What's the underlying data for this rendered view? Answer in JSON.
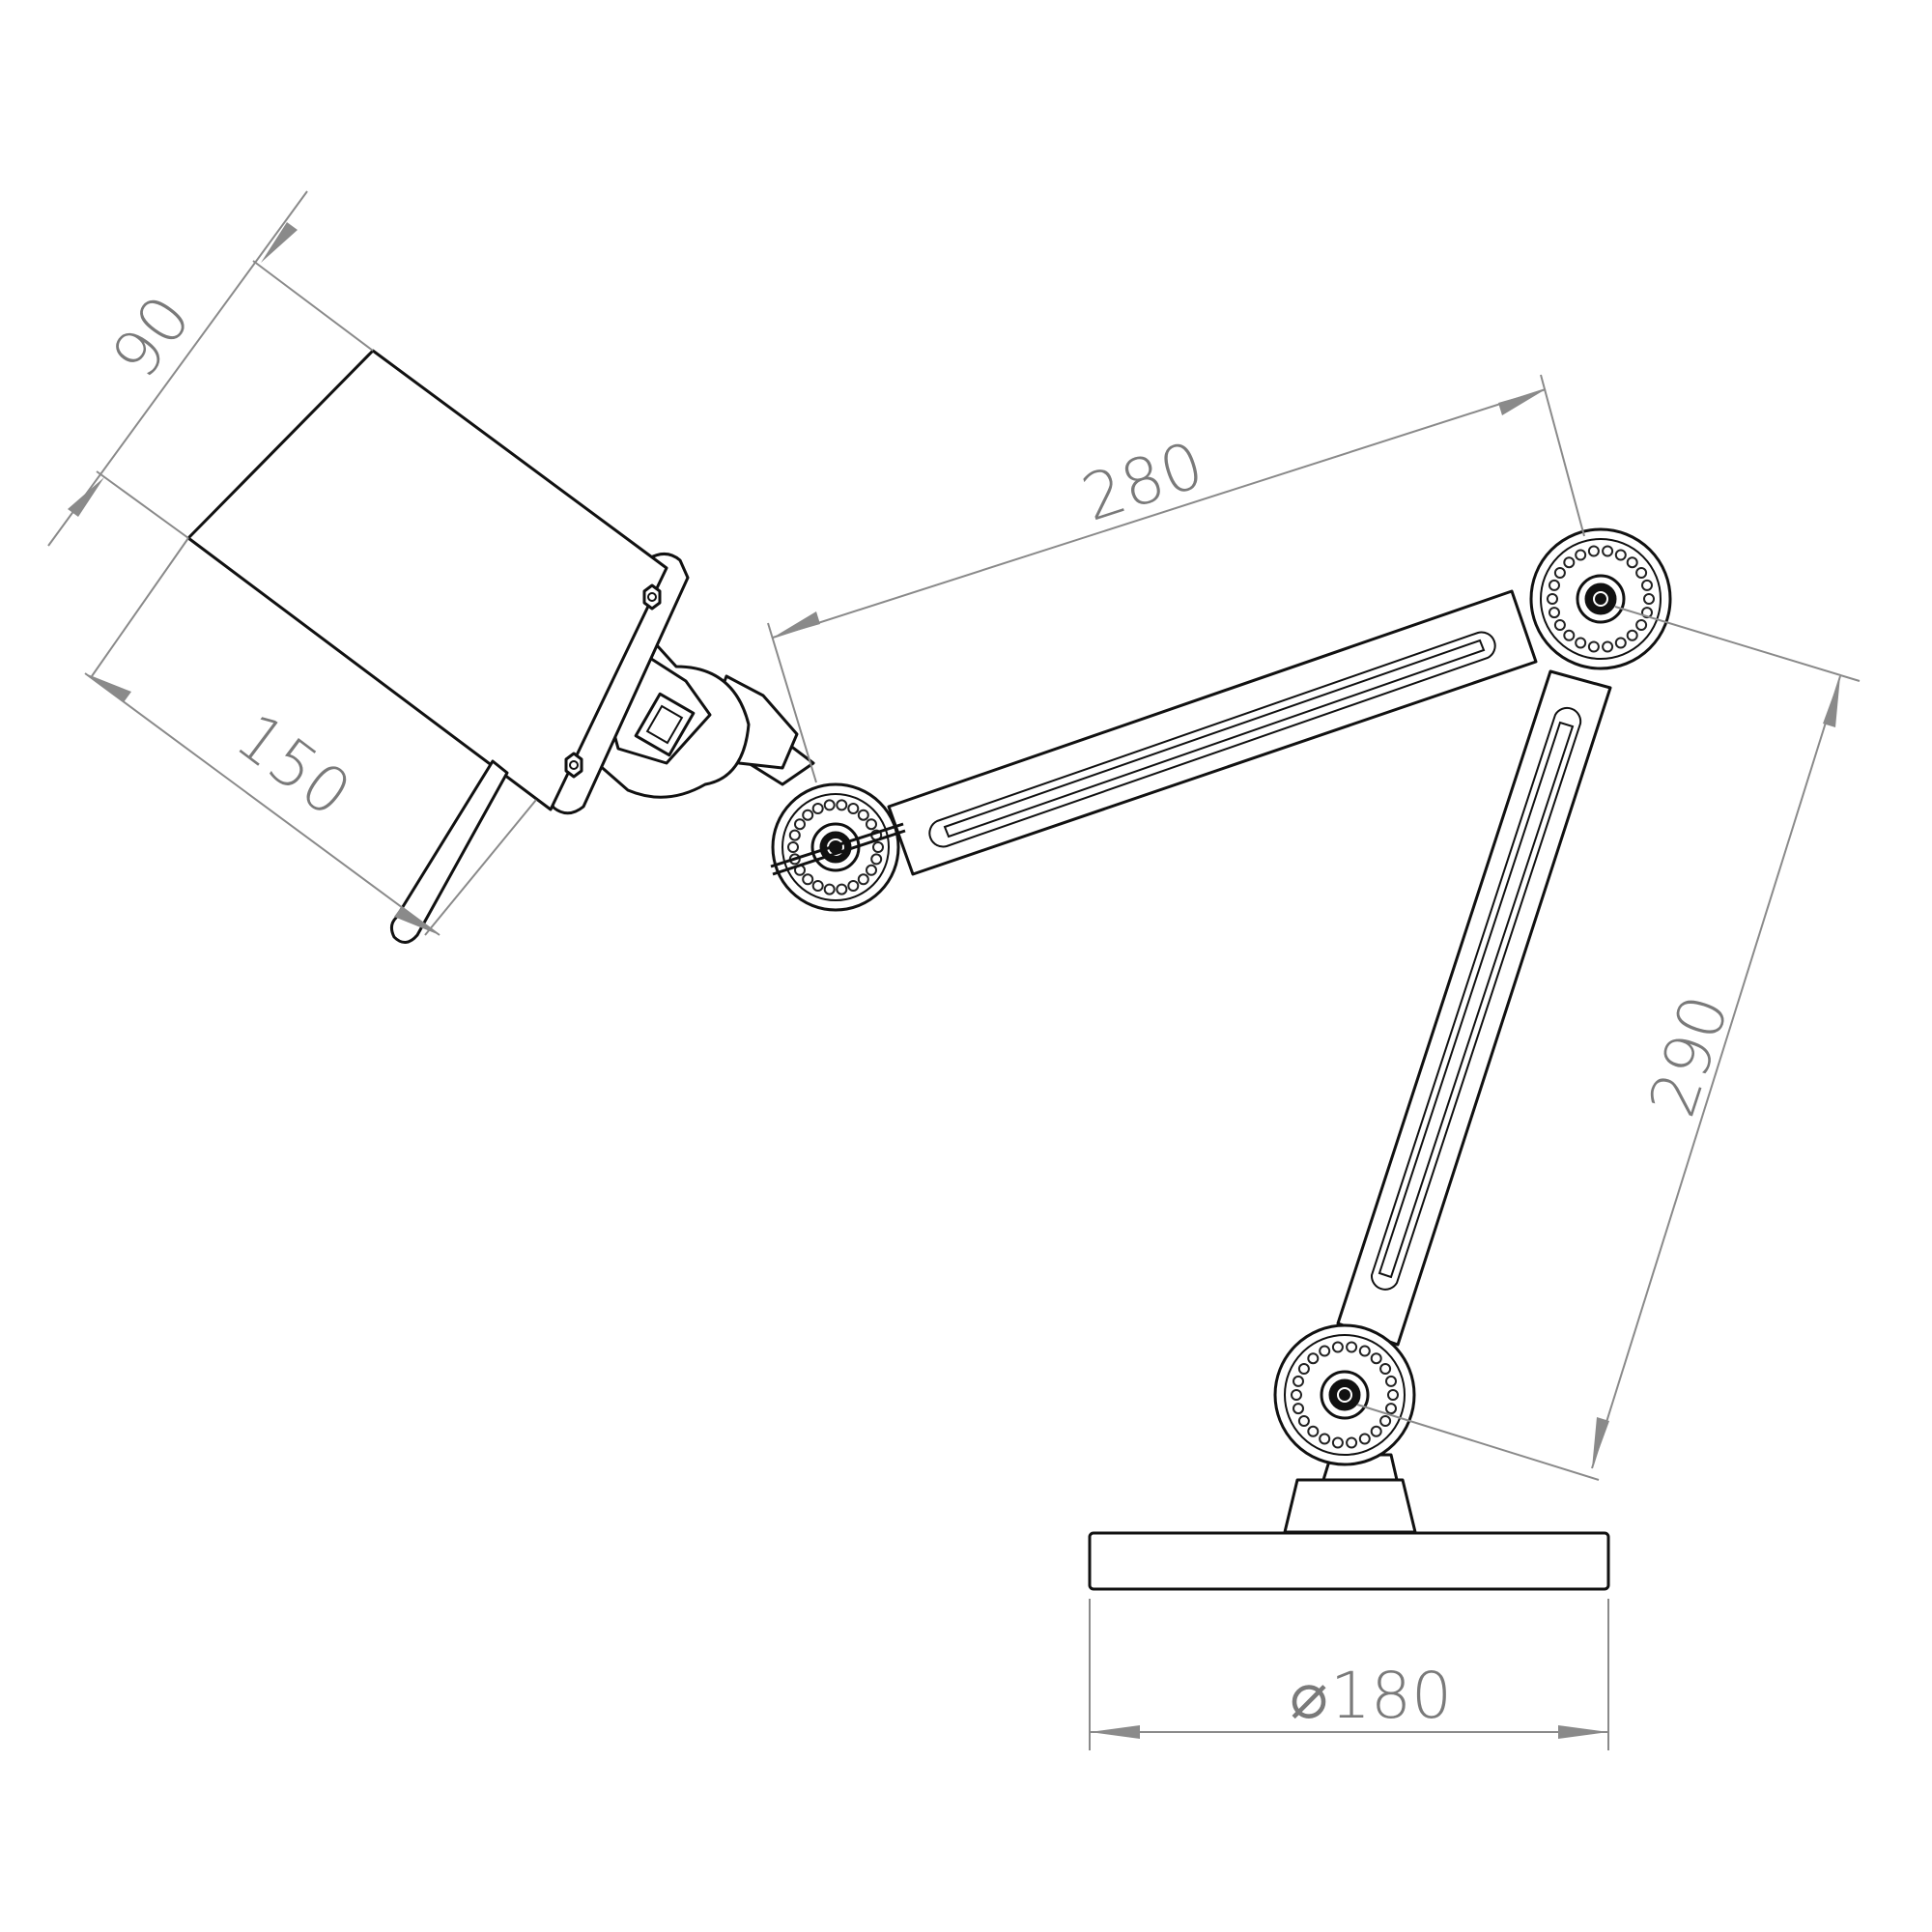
{
  "drawing": {
    "dimensions": {
      "shade_depth": "90",
      "shade_width": "150",
      "upper_arm": "280",
      "lower_arm": "290",
      "base_diameter_symbol": "⌀",
      "base_diameter": "180"
    }
  },
  "colors": {
    "line": "#111111",
    "dimension": "#8a8a8a",
    "dimension_text": "#7a7a7a",
    "background": "#ffffff"
  }
}
